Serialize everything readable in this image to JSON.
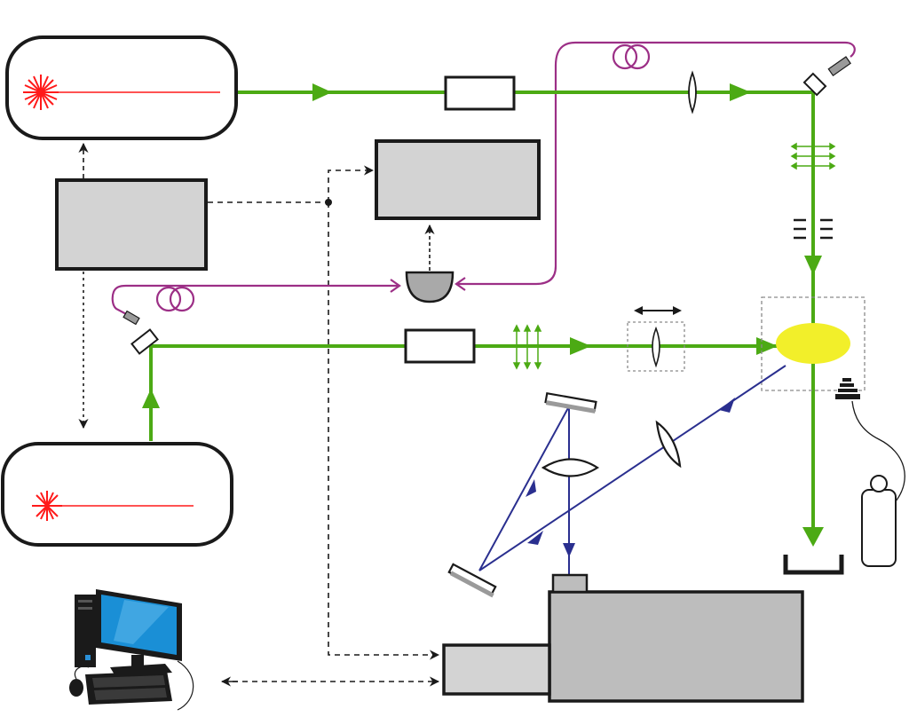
{
  "diagram": {
    "labels": [],
    "colors": {
      "pump_beam": "#4caa14",
      "raman_signal": "#2a2f8f",
      "fiber": "#9c2f86",
      "laser_spark": "#ff1a1a",
      "device_fill": "#d3d3d3",
      "spectrometer_fill": "#bdbdbd",
      "interaction_volume": "#f2ef2a",
      "outline": "#1a1a1a",
      "dashed_box": "#8a8a8a",
      "monitor_screen": "#1a8fd6"
    },
    "components": [
      "laser-1",
      "laser-2",
      "controller-box",
      "oscilloscope-box",
      "photodiode",
      "spectrometer",
      "computer",
      "gas-cylinder",
      "beam-dump"
    ]
  }
}
